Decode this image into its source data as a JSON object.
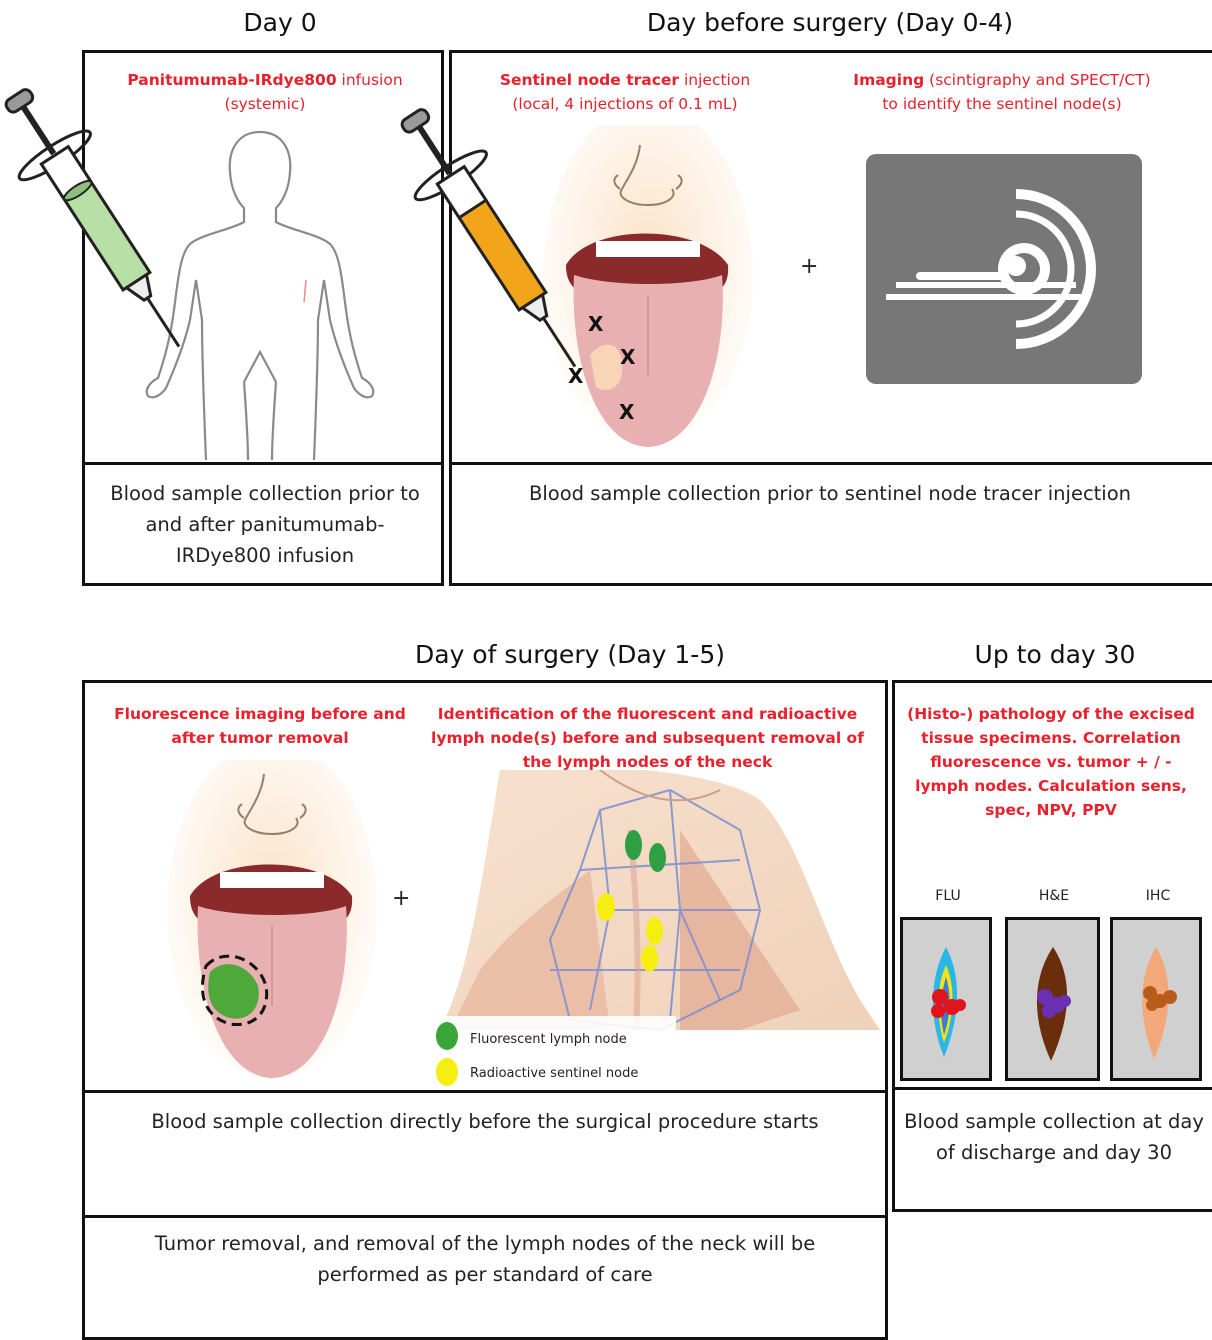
{
  "headers": {
    "day0": "Day 0",
    "before_surgery": "Day before surgery (Day 0-4)",
    "surgery": "Day of surgery (Day 1-5)",
    "day30": "Up to day 30"
  },
  "panel_day0": {
    "infusion_bold": "Panitumumab-IRdye800",
    "infusion_rest": " infusion",
    "infusion_line2": "(systemic)",
    "bottom_text": "Blood sample collection prior to and after panitumumab-IRDye800 infusion"
  },
  "panel_before": {
    "tracer_bold": "Sentinel node tracer",
    "tracer_rest": " injection",
    "tracer_line2": "(local, 4 injections of 0.1 mL)",
    "imaging_bold": "Imaging",
    "imaging_rest": " (scintigraphy and SPECT/CT) to identify the sentinel node(s)",
    "plus": "+",
    "injection_marks": [
      "X",
      "X",
      "X",
      "X"
    ],
    "bottom_text": "Blood sample collection prior to sentinel node tracer injection"
  },
  "panel_surgery": {
    "fluorescence_title": "Fluorescence imaging before and after tumor removal",
    "identification_title": "Identification of the fluorescent and radioactive lymph node(s) before and subsequent removal of the lymph nodes of the neck",
    "plus": "+",
    "legend": [
      {
        "label": "Fluorescent lymph node",
        "color": "#3aa63a"
      },
      {
        "label": "Radioactive sentinel node",
        "color": "#f5ee10"
      }
    ],
    "blood_text": "Blood sample collection directly before the surgical procedure starts",
    "removal_text": "Tumor removal, and removal of the lymph nodes of the neck will be performed as per standard of care"
  },
  "panel_day30": {
    "pathology_text": "(Histo-) pathology of the excised tissue specimens. Correlation fluorescence vs. tumor + / - lymph nodes. Calculation sens, spec, NPV, PPV",
    "slide_labels": [
      "FLU",
      "H&E",
      "IHC"
    ],
    "bottom_text": "Blood sample collection at day of discharge and day 30"
  },
  "colors": {
    "accent_red": "#e8212c",
    "fluorescent_green": "#3aa63a",
    "radioactive_yellow": "#f5ee10",
    "syringe_green": "#b8e0a6",
    "syringe_orange": "#f2a51a"
  }
}
